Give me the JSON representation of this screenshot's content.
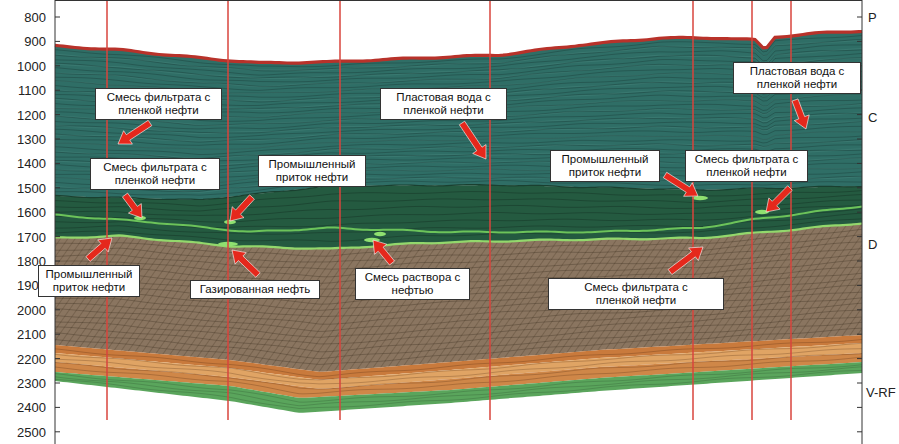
{
  "diagram": {
    "nodes": [
      {
        "text": [
          "Смесь фильтрата с пленкой нефти"
        ]
      },
      {
        "text": [
          "Пластовая вода с пленкой нефти"
        ]
      },
      {
        "text": [
          "Пластовая вода с пленкой нефти"
        ]
      },
      {
        "text": [
          "Смесь фильтрата с пленкой нефти"
        ]
      },
      {
        "text": [
          "Промышленный приток нефти"
        ]
      },
      {
        "text": [
          "Промышленный приток нефти"
        ]
      },
      {
        "text": [
          "Смесь фильтрата с пленкой нефти"
        ]
      },
      {
        "text": [
          "Промышленный приток нефти"
        ]
      },
      {
        "text": [
          "Газированная нефть"
        ]
      },
      {
        "text": [
          "Смесь раствора с нефтью"
        ]
      },
      {
        "text": [
          "Смесь фильтрата с пленкой нефти"
        ]
      }
    ],
    "labels": [
      "800",
      "900",
      "1000",
      "1100",
      "1200",
      "1300",
      "1400",
      "1500",
      "1600",
      "1700",
      "1800",
      "1900",
      "2000",
      "2100",
      "2200",
      "2300",
      "2400",
      "2500",
      "P",
      "C",
      "D",
      "V-RF"
    ]
  }
}
